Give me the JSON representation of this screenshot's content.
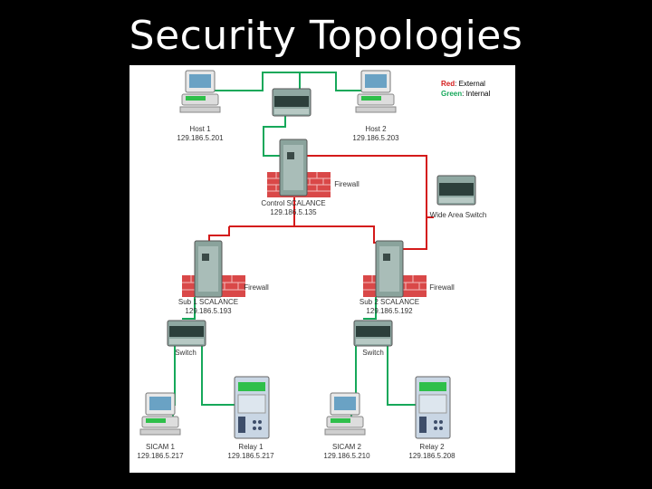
{
  "slide": {
    "title": "Security Topologies"
  },
  "legend": {
    "red_word": "Red",
    "red_text": ": External",
    "green_word": "Green",
    "green_text": ": Internal",
    "red_color": "#d41a1a",
    "green_color": "#16a85a"
  },
  "nodes": {
    "host1": {
      "name": "Host 1",
      "ip": "129.186.5.201"
    },
    "host2": {
      "name": "Host 2",
      "ip": "129.186.5.203"
    },
    "control": {
      "name": "Control SCALANCE",
      "ip": "129.186.5.135",
      "firewall": "Firewall"
    },
    "wan_switch": {
      "name": "Wide Area Switch"
    },
    "sub1": {
      "name": "Sub 1 SCALANCE",
      "ip": "129.186.5.193",
      "firewall": "Firewall"
    },
    "sub2": {
      "name": "Sub 2 SCALANCE",
      "ip": "129.186.5.192",
      "firewall": "Firewall"
    },
    "switch1": {
      "name": "Switch"
    },
    "switch2": {
      "name": "Switch"
    },
    "sicam1": {
      "name": "SICAM 1",
      "ip": "129.186.5.217"
    },
    "relay1": {
      "name": "Relay 1",
      "ip": "129.186.5.217"
    },
    "sicam2": {
      "name": "SICAM 2",
      "ip": "129.186.5.210"
    },
    "relay2": {
      "name": "Relay 2",
      "ip": "129.186.5.208"
    }
  }
}
